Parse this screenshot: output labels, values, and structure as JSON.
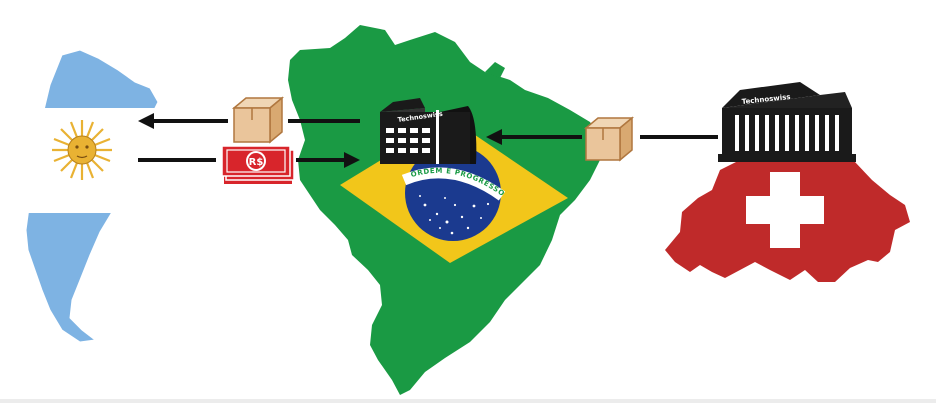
{
  "diagram": {
    "brazil_building_label": "Technoswiss",
    "swiss_building_label": "Technoswiss",
    "banner_text": "ORDEM E PROGRESSO",
    "currency_symbol": "R$",
    "colors": {
      "brazil_green": "#1a9a44",
      "brazil_yellow": "#f2c61a",
      "brazil_blue": "#1b3a8f",
      "argentina_blue": "#7eb3e3",
      "argentina_sun": "#e9b233",
      "swiss_red": "#bf2a2a",
      "box_tan": "#eac59b",
      "money_red": "#d8252b",
      "building_black": "#1a1a1a",
      "arrow": "#111111"
    },
    "icons": [
      "argentina-map-icon",
      "brazil-map-icon",
      "switzerland-map-icon",
      "package-box-icon",
      "banknote-icon",
      "building-icon",
      "sun-of-may-icon"
    ],
    "flows": [
      {
        "from": "brazil",
        "to": "argentina",
        "item": "package"
      },
      {
        "from": "argentina",
        "to": "brazil",
        "item": "money"
      },
      {
        "from": "switzerland",
        "to": "brazil",
        "item": "package"
      }
    ]
  }
}
